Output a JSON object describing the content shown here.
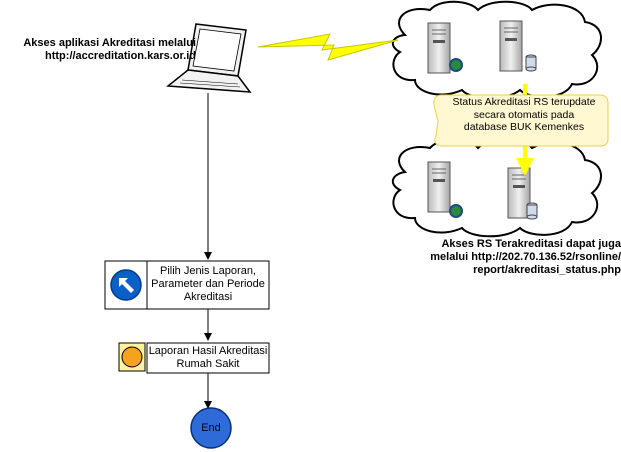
{
  "access": {
    "line1": "Akses aplikasi Akreditasi melalui",
    "line2": "http://accreditation.kars.or.id"
  },
  "db_update_note": {
    "line1": "Status Akreditasi RS terupdate",
    "line2": "secara otomatis pada",
    "line3": "database BUK Kemenkes"
  },
  "public_access": {
    "line1": "Akses RS Terakreditasi dapat juga",
    "line2": "melalui http://202.70.136.52/rsonline/",
    "line3": "report/akreditasi_status.php"
  },
  "steps": [
    {
      "icon": "blue-arrow-up-left-icon",
      "line1": "Pilih Jenis Laporan,",
      "line2": "Parameter dan Periode",
      "line3": "Akreditasi"
    },
    {
      "icon": "orange-circle-icon",
      "line1": "Laporan Hasil Akreditasi",
      "line2": "Rumah Sakit"
    }
  ],
  "end_label": "End",
  "colors": {
    "arrow_yellow": "#ffff00",
    "note_fill": "#fff8d0",
    "step_icon_blue": "#0a5fc8",
    "end_fill": "#2e6bd8",
    "step2_icon_bg": "#fff3a0",
    "step2_icon_dot": "#f5a21d"
  }
}
